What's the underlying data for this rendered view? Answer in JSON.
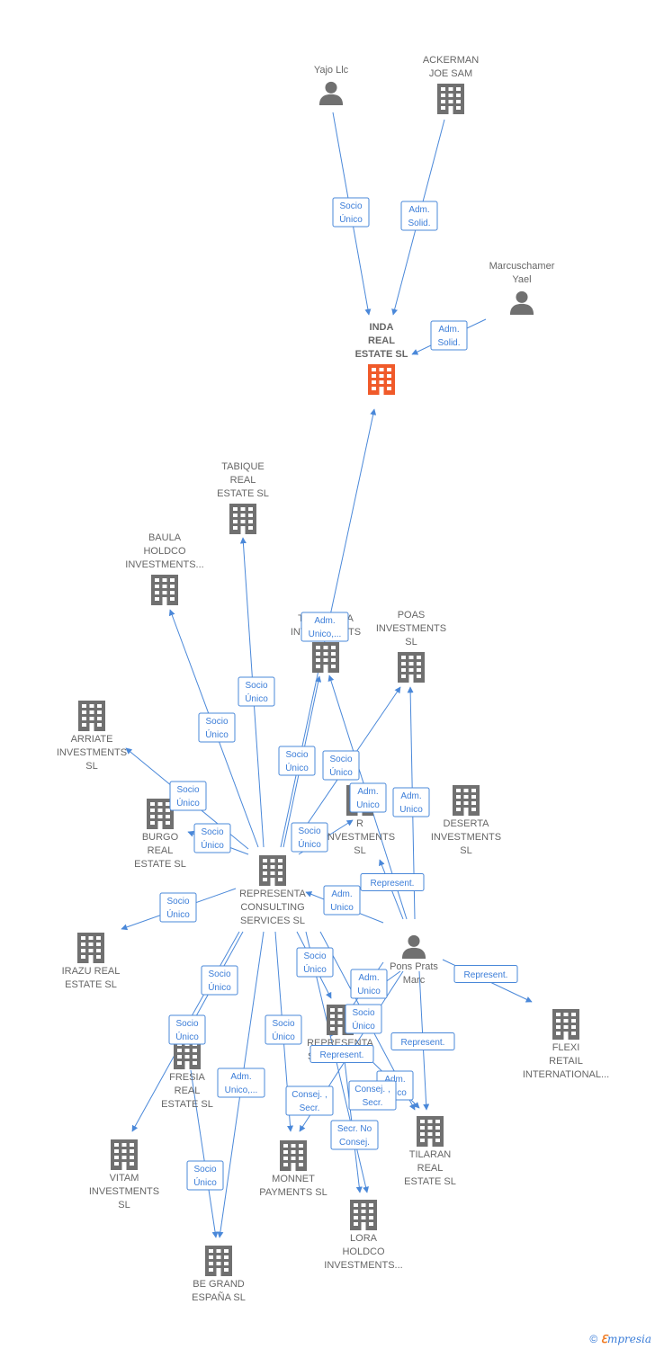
{
  "colors": {
    "edge": "#4a88d9",
    "icon": "#707070",
    "main_icon": "#f05a2a",
    "label": "#666666"
  },
  "nodes": [
    {
      "id": "yajo",
      "kind": "person",
      "label": [
        "Yajo Llc"
      ]
    },
    {
      "id": "ackerman",
      "kind": "company",
      "label": [
        "ACKERMAN",
        "JOE SAM"
      ]
    },
    {
      "id": "marcus",
      "kind": "person",
      "label": [
        "Marcuschamer",
        "Yael"
      ]
    },
    {
      "id": "inda",
      "kind": "main",
      "label": [
        "INDA",
        "REAL",
        "ESTATE SL"
      ]
    },
    {
      "id": "tabique",
      "kind": "company",
      "label": [
        "TABIQUE",
        "REAL",
        "ESTATE SL"
      ]
    },
    {
      "id": "baula",
      "kind": "company",
      "label": [
        "BAULA",
        "HOLDCO",
        "INVESTMENTS..."
      ]
    },
    {
      "id": "turrialba",
      "kind": "company",
      "label": [
        "TURRIALBA",
        "INVESTMENTS"
      ]
    },
    {
      "id": "poas",
      "kind": "company",
      "label": [
        "POAS",
        "INVESTMENTS",
        "SL"
      ]
    },
    {
      "id": "arriate",
      "kind": "company",
      "label": [
        "ARRIATE",
        "INVESTMENTS",
        "SL"
      ]
    },
    {
      "id": "burgo",
      "kind": "company",
      "label": [
        "BURGO",
        "REAL",
        "ESTATE SL"
      ]
    },
    {
      "id": "deserta",
      "kind": "company",
      "label": [
        "DESERTA",
        "INVESTMENTS",
        "SL"
      ]
    },
    {
      "id": "rinvest",
      "kind": "company",
      "label": [
        "R",
        "INVESTMENTS",
        "SL"
      ]
    },
    {
      "id": "representa",
      "kind": "company",
      "label": [
        "REPRESENTA",
        "CONSULTING",
        "SERVICES SL"
      ]
    },
    {
      "id": "pons",
      "kind": "person",
      "label": [
        "Pons Prats",
        "Marc"
      ]
    },
    {
      "id": "irazu",
      "kind": "company",
      "label": [
        "IRAZU REAL",
        "ESTATE SL"
      ]
    },
    {
      "id": "flexi",
      "kind": "company",
      "label": [
        "FLEXI",
        "RETAIL",
        "INTERNATIONAL..."
      ]
    },
    {
      "id": "repservices",
      "kind": "company",
      "label": [
        "REPRESENTA",
        "SERVICES SL"
      ]
    },
    {
      "id": "fresia",
      "kind": "company",
      "label": [
        "FRESIA",
        "REAL",
        "ESTATE SL"
      ]
    },
    {
      "id": "tilaran",
      "kind": "company",
      "label": [
        "TILARAN",
        "REAL",
        "ESTATE SL"
      ]
    },
    {
      "id": "vitam",
      "kind": "company",
      "label": [
        "VITAM",
        "INVESTMENTS",
        "SL"
      ]
    },
    {
      "id": "monnet",
      "kind": "company",
      "label": [
        "MONNET",
        "PAYMENTS SL"
      ]
    },
    {
      "id": "lora",
      "kind": "company",
      "label": [
        "LORA",
        "HOLDCO",
        "INVESTMENTS..."
      ]
    },
    {
      "id": "begrand",
      "kind": "company",
      "label": [
        "BE GRAND",
        "ESPAÑA SL"
      ]
    }
  ],
  "edges": [
    {
      "from": "yajo",
      "to": "inda",
      "label": [
        "Socio",
        "Único"
      ]
    },
    {
      "from": "ackerman",
      "to": "inda",
      "label": [
        "Adm.",
        "Solid."
      ]
    },
    {
      "from": "marcus",
      "to": "inda",
      "label": [
        "Adm.",
        "Solid."
      ]
    },
    {
      "from": "representa",
      "to": "inda",
      "label": [
        "Adm.",
        "Unico,..."
      ]
    },
    {
      "from": "representa",
      "to": "tabique",
      "label": [
        "Socio",
        "Único"
      ]
    },
    {
      "from": "representa",
      "to": "baula",
      "label": [
        "Socio",
        "Único"
      ]
    },
    {
      "from": "representa",
      "to": "turrialba",
      "label": [
        "Socio",
        "Único"
      ]
    },
    {
      "from": "representa",
      "to": "poas",
      "label": [
        "Socio",
        "Único"
      ]
    },
    {
      "from": "representa",
      "to": "arriate",
      "label": [
        "Socio",
        "Único"
      ]
    },
    {
      "from": "representa",
      "to": "burgo",
      "label": [
        "Socio",
        "Único"
      ]
    },
    {
      "from": "representa",
      "to": "rinvest",
      "label": [
        "Socio",
        "Único"
      ]
    },
    {
      "from": "representa",
      "to": "irazu",
      "label": [
        "Socio",
        "Único"
      ]
    },
    {
      "from": "representa",
      "to": "fresia",
      "label": [
        "Socio",
        "Único"
      ]
    },
    {
      "from": "representa",
      "to": "vitam",
      "label": [
        "Socio",
        "Único"
      ]
    },
    {
      "from": "representa",
      "to": "monnet",
      "label": [
        "Socio",
        "Único"
      ]
    },
    {
      "from": "representa",
      "to": "repservices",
      "label": [
        "Socio",
        "Único"
      ]
    },
    {
      "from": "representa",
      "to": "begrand",
      "label": [
        "Adm.",
        "Unico,..."
      ]
    },
    {
      "from": "fresia",
      "to": "begrand",
      "label": [
        "Socio",
        "Único"
      ]
    },
    {
      "from": "pons",
      "to": "representa",
      "label": [
        "Adm.",
        "Unico"
      ]
    },
    {
      "from": "pons",
      "to": "turrialba",
      "label": [
        "Adm.",
        "Unico"
      ]
    },
    {
      "from": "pons",
      "to": "poas",
      "label": [
        "Adm.",
        "Unico"
      ]
    },
    {
      "from": "pons",
      "to": "rinvest",
      "label": [
        "Represent."
      ]
    },
    {
      "from": "pons",
      "to": "flexi",
      "label": [
        "Represent."
      ]
    },
    {
      "from": "pons",
      "to": "tilaran",
      "label": [
        "Represent."
      ]
    },
    {
      "from": "pons",
      "to": "repservices",
      "label": [
        "Adm.",
        "Unico"
      ]
    },
    {
      "from": "pons",
      "to": "lora",
      "label": [
        "Consej. ,",
        "Secr."
      ]
    },
    {
      "from": "pons",
      "to": "monnet",
      "label": [
        "Represent."
      ]
    },
    {
      "from": "repservices",
      "to": "lora",
      "label": [
        "Secr. No",
        "Consej."
      ]
    },
    {
      "from": "repservices",
      "to": "tilaran",
      "label": [
        "Adm.",
        "Unico"
      ]
    },
    {
      "from": "representa",
      "to": "lora",
      "label": [
        "Socio",
        "Único"
      ]
    },
    {
      "from": "representa",
      "to": "tilaran",
      "label": [
        "Consej. ,",
        "Secr."
      ]
    }
  ],
  "footer": {
    "copyright": "©",
    "brand_first": "ℇ",
    "brand_rest": "mpresia"
  }
}
